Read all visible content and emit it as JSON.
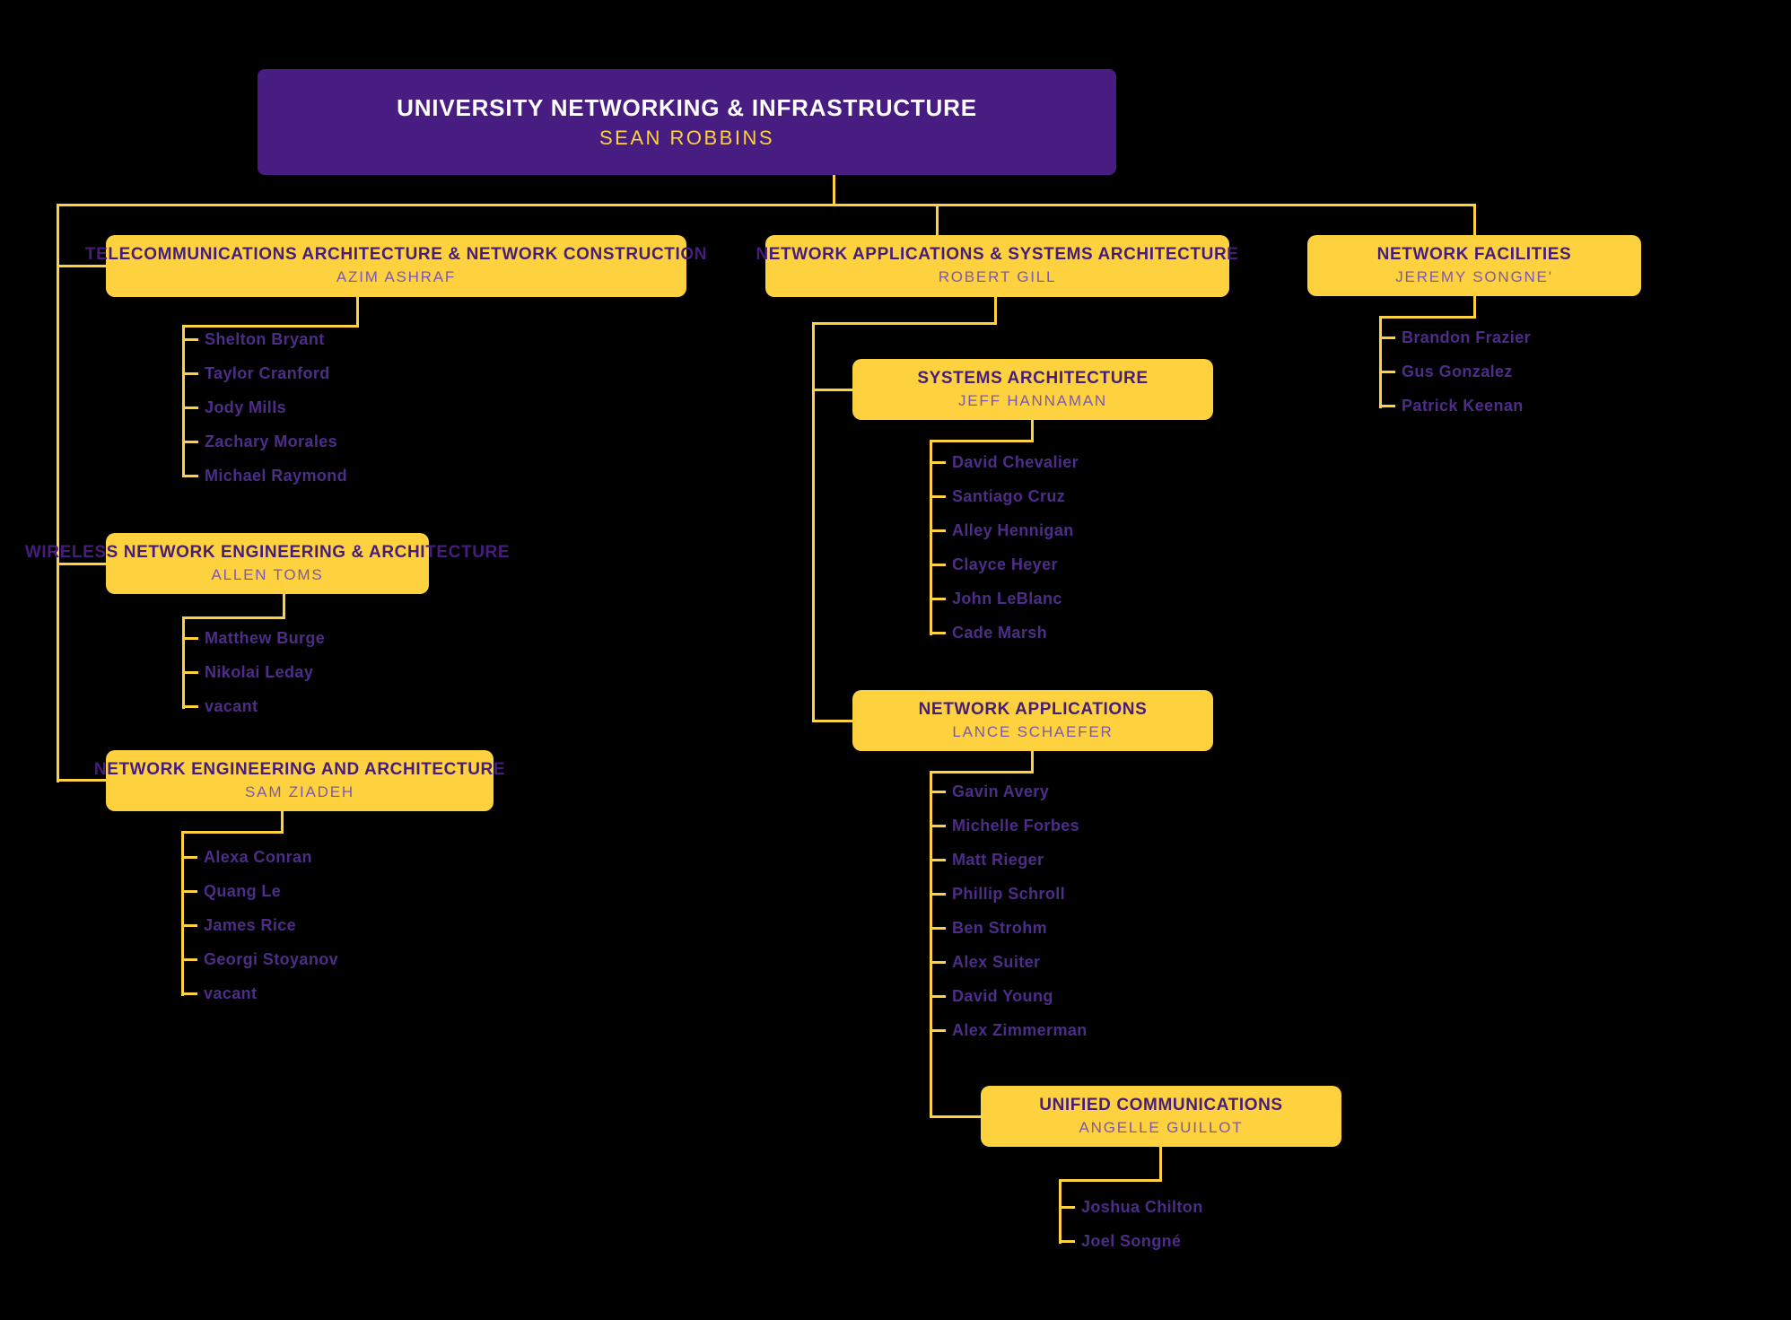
{
  "org": {
    "root": {
      "title": "UNIVERSITY NETWORKING & INFRASTRUCTURE",
      "manager": "SEAN ROBBINS"
    },
    "groups": {
      "telecom": {
        "title": "TELECOMMUNICATIONS ARCHITECTURE & NETWORK CONSTRUCTION",
        "manager": "AZIM ASHRAF",
        "members": [
          "Shelton Bryant",
          "Taylor Cranford",
          "Jody Mills",
          "Zachary Morales",
          "Michael Raymond"
        ]
      },
      "wireless": {
        "title": "WIRELESS NETWORK ENGINEERING & ARCHITECTURE",
        "manager": "ALLEN TOMS",
        "members": [
          "Matthew Burge",
          "Nikolai Leday",
          "vacant"
        ]
      },
      "neteng": {
        "title": "NETWORK ENGINEERING AND ARCHITECTURE",
        "manager": "SAM ZIADEH",
        "members": [
          "Alexa Conran",
          "Quang Le",
          "James Rice",
          "Georgi Stoyanov",
          "vacant"
        ]
      },
      "netapps_sys": {
        "title": "NETWORK APPLICATIONS & SYSTEMS ARCHITECTURE",
        "manager": "ROBERT GILL",
        "members": []
      },
      "sysarch": {
        "title": "SYSTEMS ARCHITECTURE",
        "manager": "JEFF HANNAMAN",
        "members": [
          "David Chevalier",
          "Santiago Cruz",
          "Alley Hennigan",
          "Clayce Heyer",
          "John LeBlanc",
          "Cade Marsh"
        ]
      },
      "netapps": {
        "title": "NETWORK APPLICATIONS",
        "manager": "LANCE SCHAEFER",
        "members": [
          "Gavin Avery",
          "Michelle Forbes",
          "Matt Rieger",
          "Phillip Schroll",
          "Ben Strohm",
          "Alex Suiter",
          "David Young",
          "Alex Zimmerman"
        ]
      },
      "unified": {
        "title": "UNIFIED COMMUNICATIONS",
        "manager": "ANGELLE GUILLOT",
        "members": [
          "Joshua Chilton",
          "Joel Songné"
        ]
      },
      "netfac": {
        "title": "NETWORK FACILITIES",
        "manager": "JEREMY SONGNE'",
        "members": [
          "Brandon Frazier",
          "Gus Gonzalez",
          "Patrick Keenan"
        ]
      }
    },
    "colors": {
      "background": "#000000",
      "gold": "#FDD23E",
      "root_box_purple": "#471D82",
      "box_title_purple": "#461D7C",
      "box_manager_purple": "#7B58B3",
      "member_name_purple": "#4D2D88",
      "root_title_white": "#FFFFFF"
    }
  }
}
